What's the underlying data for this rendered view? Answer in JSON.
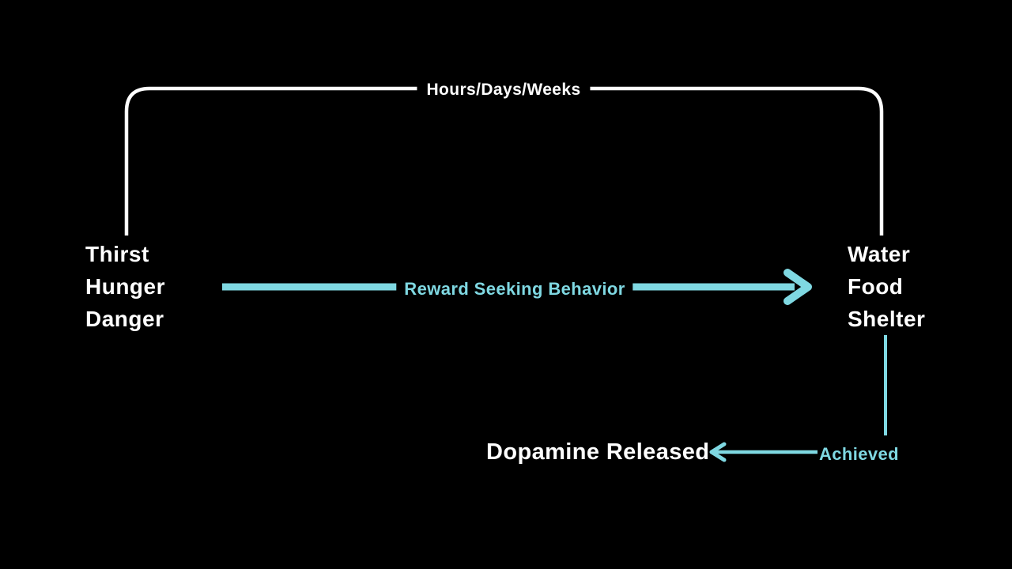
{
  "colors": {
    "background": "#000000",
    "accent_cyan": "#7fd8e2",
    "text_white": "#ffffff"
  },
  "diagram": {
    "loop_label": "Hours/Days/Weeks",
    "needs": [
      "Thirst",
      "Hunger",
      "Danger"
    ],
    "rewards": [
      "Water",
      "Food",
      "Shelter"
    ],
    "seek_arrow_label": "Reward Seeking Behavior",
    "achieved_label": "Achieved",
    "result_label": "Dopamine Released"
  }
}
